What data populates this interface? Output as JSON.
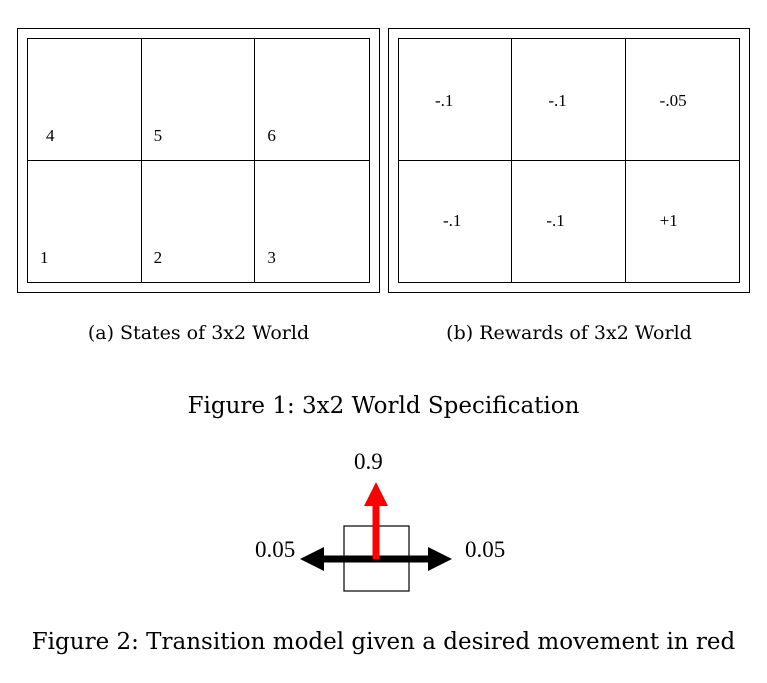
{
  "figure1": {
    "panel_a": {
      "caption": "(a) States of 3x2 World",
      "rows": [
        [
          "4",
          "5",
          "6"
        ],
        [
          "1",
          "2",
          "3"
        ]
      ]
    },
    "panel_b": {
      "caption": "(b) Rewards of 3x2 World",
      "rows": [
        [
          "-.1",
          "-.1",
          "-.05"
        ],
        [
          "-.1",
          "-.1",
          "+1"
        ]
      ]
    },
    "caption": "Figure 1: 3x2 World Specification"
  },
  "figure2": {
    "prob_up": "0.9",
    "prob_left": "0.05",
    "prob_right": "0.05",
    "caption": "Figure 2: Transition model given a desired movement in red",
    "colors": {
      "desired_arrow": "#ff0000",
      "side_arrows": "#000000"
    }
  }
}
